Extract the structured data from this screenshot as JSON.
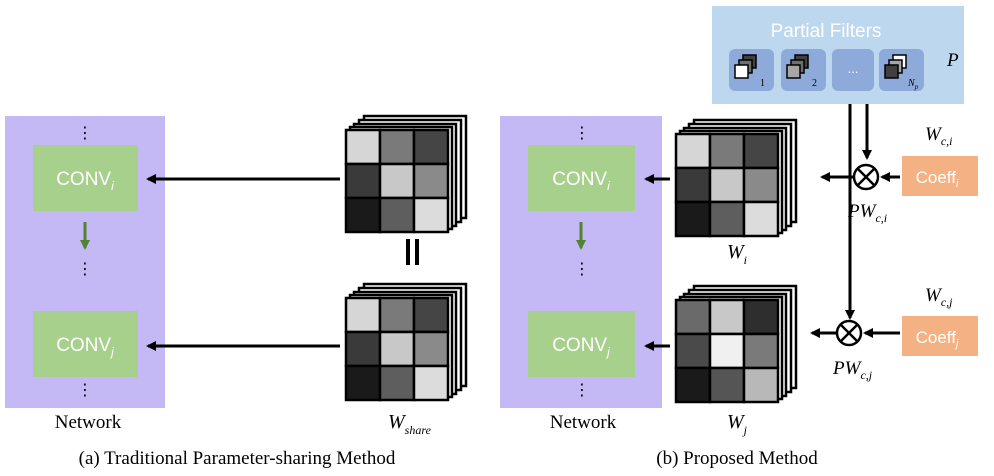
{
  "panel_a": {
    "conv_i": {
      "base": "CONV",
      "sub": "i"
    },
    "conv_j": {
      "base": "CONV",
      "sub": "j"
    },
    "network_label": "Network",
    "w_share": {
      "base": "W",
      "sub": "share"
    },
    "caption": "(a) Traditional Parameter-sharing Method"
  },
  "panel_b": {
    "conv_i": {
      "base": "CONV",
      "sub": "i"
    },
    "conv_j": {
      "base": "CONV",
      "sub": "j"
    },
    "network_label": "Network",
    "w_i": {
      "base": "W",
      "sub": "i"
    },
    "w_j": {
      "base": "W",
      "sub": "j"
    },
    "partial_filters_title": "Partial Filters",
    "filter_subs": [
      "1",
      "2",
      "N"
    ],
    "filter_sub_p": "p",
    "ellipsis": "...",
    "p_label": "P",
    "wc_i": {
      "base": "W",
      "sub": "c,i"
    },
    "wc_j": {
      "base": "W",
      "sub": "c,j"
    },
    "coeff_i": {
      "base": "Coeff",
      "sub": "i"
    },
    "coeff_j": {
      "base": "Coeff",
      "sub": "j"
    },
    "pw_i": {
      "base": "PW",
      "sub": "c,i"
    },
    "pw_j": {
      "base": "PW",
      "sub": "c,j"
    },
    "caption": "(b) Proposed Method"
  },
  "colors": {
    "network_bg": "#c4b8f5",
    "conv_bg": "#a8d08d",
    "partial_bg": "#bdd7ee",
    "filter_box": "#8eaadb",
    "coeff_bg": "#f4b183",
    "arrow_green": "#548235"
  },
  "matrices": {
    "share_top": [
      "#d6d6d6",
      "#7a7a7a",
      "#454545",
      "#3a3a3a",
      "#c8c8c8",
      "#8a8a8a",
      "#1a1a1a",
      "#5e5e5e",
      "#dcdcdc"
    ],
    "share_bottom": [
      "#d6d6d6",
      "#7a7a7a",
      "#454545",
      "#3a3a3a",
      "#c8c8c8",
      "#8a8a8a",
      "#1a1a1a",
      "#5e5e5e",
      "#dcdcdc"
    ],
    "w_i": [
      "#d6d6d6",
      "#7a7a7a",
      "#454545",
      "#3a3a3a",
      "#c8c8c8",
      "#8a8a8a",
      "#1a1a1a",
      "#5e5e5e",
      "#dcdcdc"
    ],
    "w_j": [
      "#6a6a6a",
      "#c8c8c8",
      "#2e2e2e",
      "#4a4a4a",
      "#f0f0f0",
      "#7a7a7a",
      "#1a1a1a",
      "#555555",
      "#b8b8b8"
    ]
  }
}
